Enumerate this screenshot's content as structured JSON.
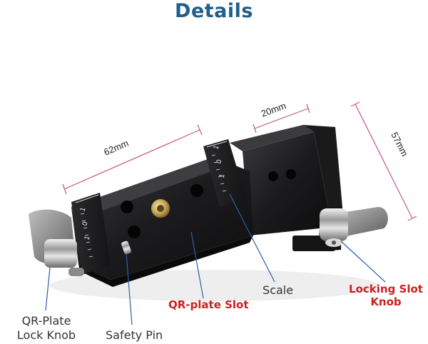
{
  "title": "Details",
  "dimensions": {
    "length": "62mm",
    "width": "20mm",
    "height": "57mm"
  },
  "scale_marks": [
    "1",
    "0",
    "1"
  ],
  "callouts": {
    "qr_plate_lock_knob": [
      "QR-Plate",
      "Lock Knob"
    ],
    "safety_pin": "Safety Pin",
    "qr_plate_slot": "QR-plate Slot",
    "scale": "Scale",
    "locking_slot_knob": [
      "Locking Slot",
      "Knob"
    ]
  },
  "colors": {
    "title": "#1f5f8b",
    "highlight_label": "#cc1f1f",
    "dimension_line": "#c7568a",
    "leader_line": "#2d5fa8"
  }
}
